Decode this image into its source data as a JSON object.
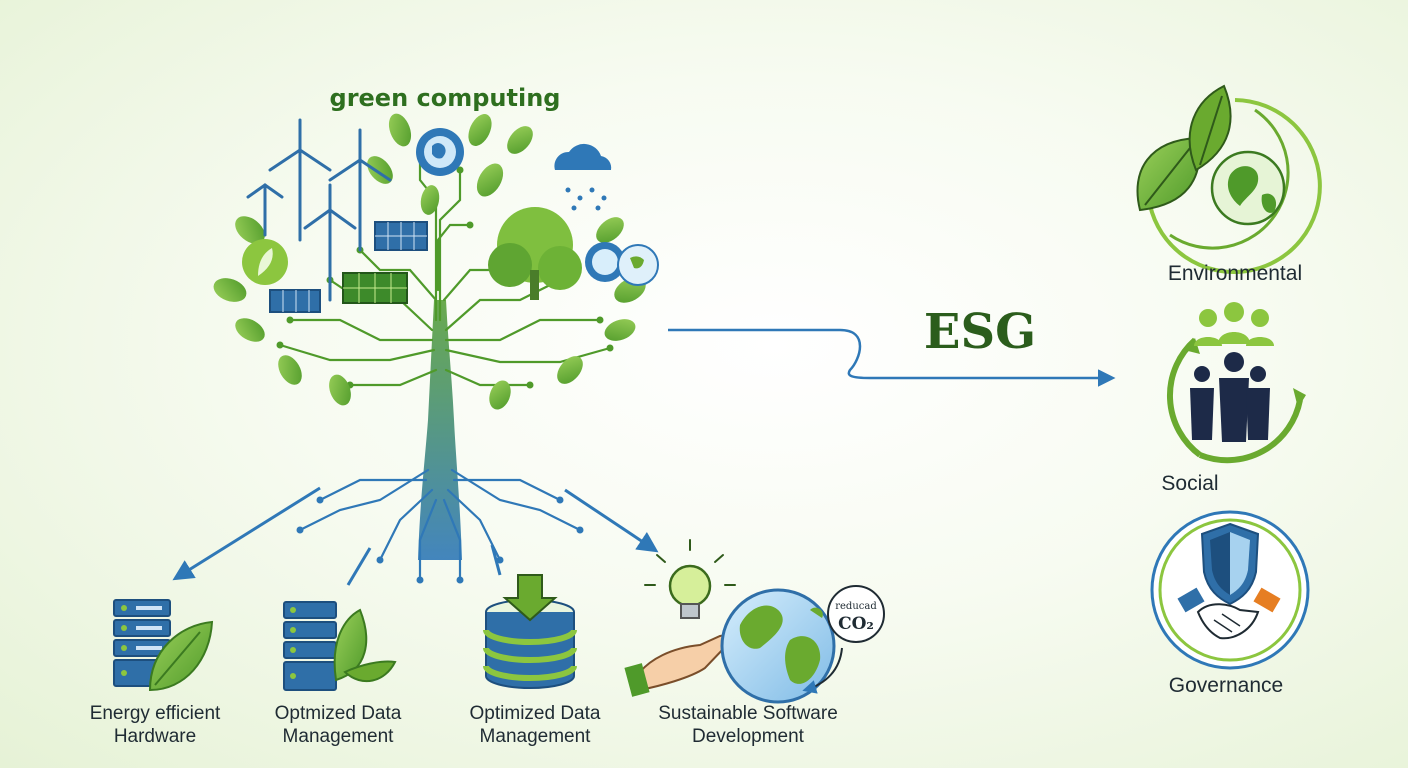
{
  "diagram": {
    "title": "green computing",
    "center_label": "ESG",
    "pillars": [
      {
        "label": "Environmental",
        "icon": "leaf-globe-icon"
      },
      {
        "label": "Social",
        "icon": "people-cycle-icon"
      },
      {
        "label": "Governance",
        "icon": "shield-handshake-icon"
      }
    ],
    "practices": [
      {
        "label": "Energy efficient\nHardware",
        "icon": "server-leaf-icon"
      },
      {
        "label": "Optmized Data\nManagement",
        "icon": "server-leaf-icon"
      },
      {
        "label": "Optimized Data\nManagement",
        "icon": "database-download-icon"
      },
      {
        "label": "Sustainable Software\nDevelopment",
        "icon": "bulb-globe-icon"
      }
    ],
    "co2_badge": {
      "top": "reducad",
      "bottom": "CO₂"
    },
    "colors": {
      "green_dark": "#2b5d1c",
      "green": "#6aaa2f",
      "blue": "#2f78b7",
      "navy": "#1d2a48"
    }
  }
}
